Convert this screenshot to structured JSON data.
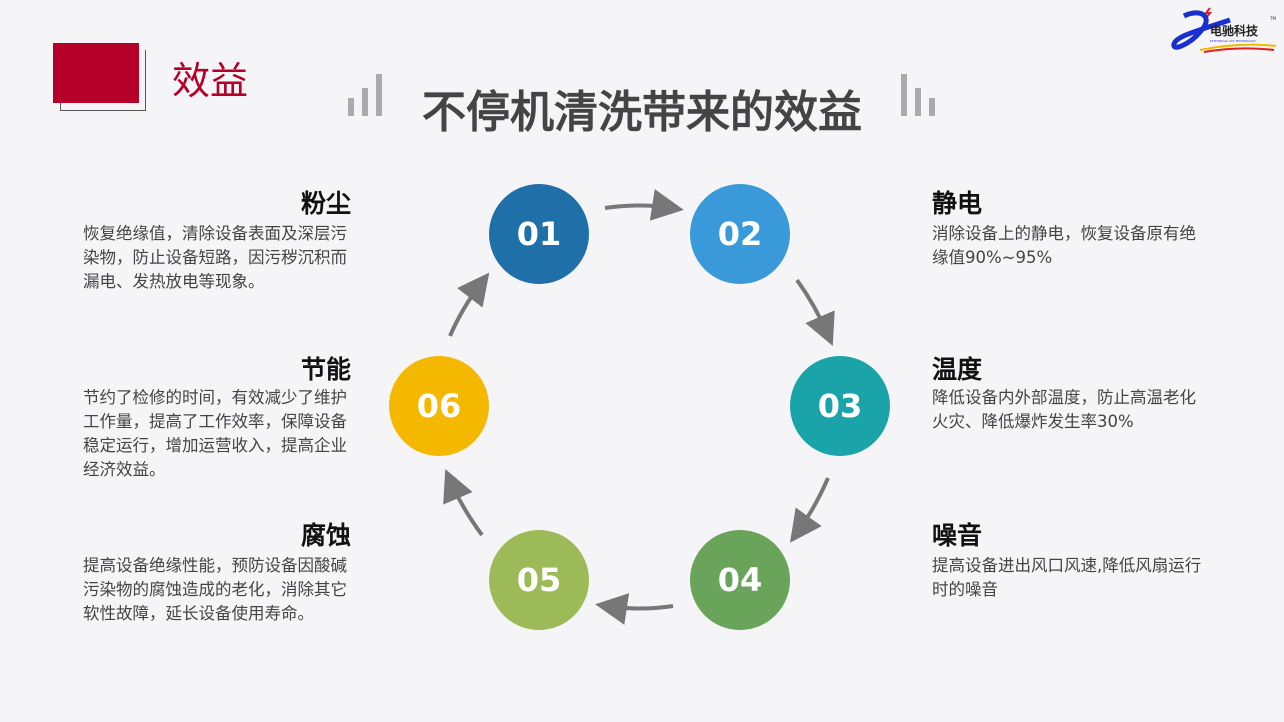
{
  "section_label": "效益",
  "title": "不停机清洗带来的效益",
  "logo": {
    "text": "电驰科技",
    "subtext": "ELECTRICAL CHI TECHNOLOGY",
    "tm": "TM"
  },
  "colors": {
    "accent": "#b5002a",
    "c01": "#1f6fa8",
    "c02": "#3a9ad9",
    "c03": "#1aa3a8",
    "c04": "#6aa35a",
    "c05": "#9cbb58",
    "c06": "#f5b800"
  },
  "steps": [
    {
      "num": "01",
      "title": "粉尘",
      "desc": "恢复绝缘值，清除设备表面及深层污染物，防止设备短路，因污秽沉积而漏电、发热放电等现象。"
    },
    {
      "num": "02",
      "title": "静电",
      "desc": "消除设备上的静电，恢复设备原有绝缘值90%~95%"
    },
    {
      "num": "03",
      "title": "温度",
      "desc": "降低设备内外部温度，防止高温老化火灾、降低爆炸发生率30%"
    },
    {
      "num": "04",
      "title": "噪音",
      "desc": "提高设备进出风口风速,降低风扇运行时的噪音"
    },
    {
      "num": "05",
      "title": "腐蚀",
      "desc": "提高设备绝缘性能，预防设备因酸碱污染物的腐蚀造成的老化，消除其它软性故障，延长设备使用寿命。"
    },
    {
      "num": "06",
      "title": "节能",
      "desc": "节约了检修的时间，有效减少了维护工作量，提高了工作效率，保障设备稳定运行，增加运营收入，提高企业经济效益。"
    }
  ]
}
